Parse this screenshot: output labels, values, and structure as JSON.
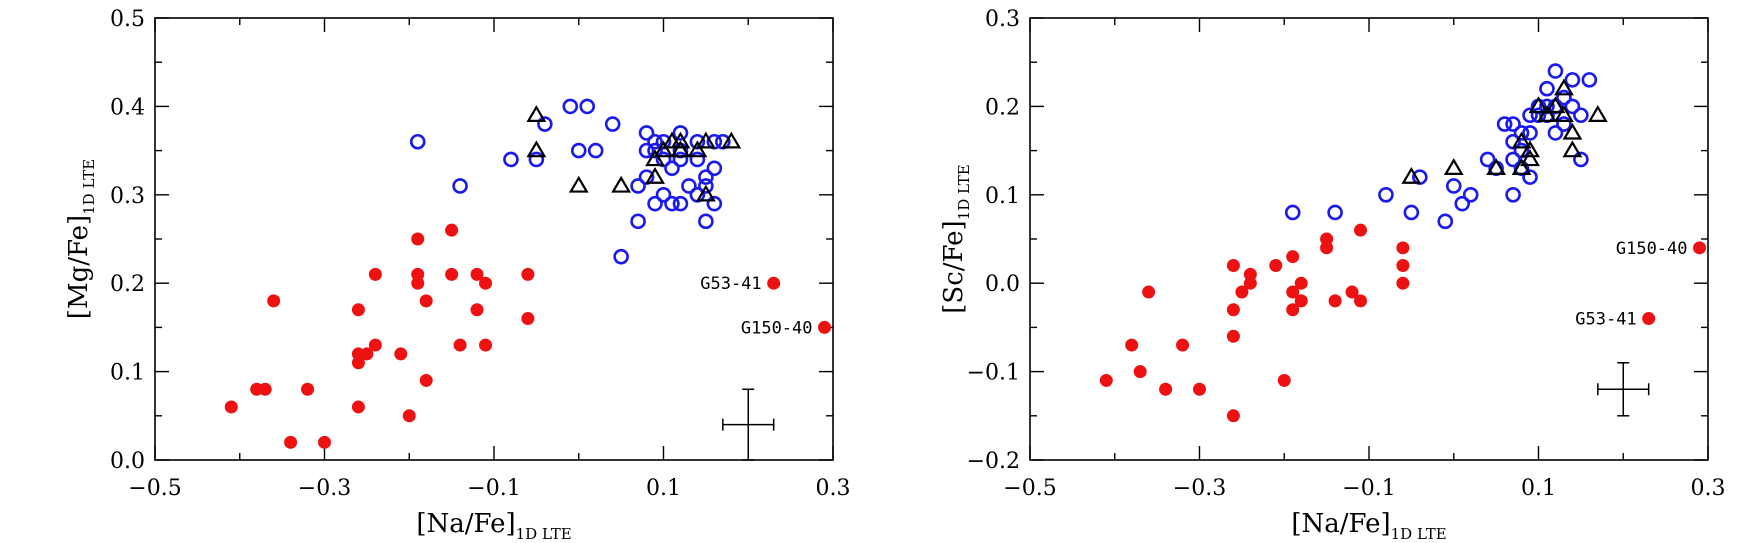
{
  "colors": {
    "red": "#ee1111",
    "blue": "#1a1aee",
    "black": "#000000"
  },
  "chart_data": [
    {
      "type": "scatter",
      "xlabel": "[Na/Fe]",
      "xlabel_sub": "1D LTE",
      "ylabel": "[Mg/Fe]",
      "ylabel_sub": "1D LTE",
      "xlim": [
        -0.5,
        0.3
      ],
      "ylim": [
        0.0,
        0.5
      ],
      "xticks": [
        "-0.5",
        "-0.3",
        "-0.1",
        "0.1",
        "0.3"
      ],
      "yticks": [
        "0.0",
        "0.1",
        "0.2",
        "0.3",
        "0.4",
        "0.5"
      ],
      "error_bar": {
        "x": 0.2,
        "y": 0.04,
        "dx": 0.03,
        "dy": 0.04
      },
      "series": [
        {
          "marker": "filled-circle",
          "color": "red",
          "points": [
            [
              -0.41,
              0.06
            ],
            [
              -0.38,
              0.08
            ],
            [
              -0.37,
              0.08
            ],
            [
              -0.36,
              0.18
            ],
            [
              -0.34,
              0.02
            ],
            [
              -0.32,
              0.08
            ],
            [
              -0.3,
              0.02
            ],
            [
              -0.26,
              0.17
            ],
            [
              -0.26,
              0.12
            ],
            [
              -0.26,
              0.11
            ],
            [
              -0.26,
              0.06
            ],
            [
              -0.25,
              0.12
            ],
            [
              -0.24,
              0.13
            ],
            [
              -0.24,
              0.21
            ],
            [
              -0.21,
              0.12
            ],
            [
              -0.2,
              0.05
            ],
            [
              -0.19,
              0.25
            ],
            [
              -0.19,
              0.21
            ],
            [
              -0.19,
              0.2
            ],
            [
              -0.18,
              0.18
            ],
            [
              -0.18,
              0.09
            ],
            [
              -0.15,
              0.26
            ],
            [
              -0.15,
              0.21
            ],
            [
              -0.14,
              0.13
            ],
            [
              -0.12,
              0.21
            ],
            [
              -0.12,
              0.17
            ],
            [
              -0.11,
              0.2
            ],
            [
              -0.11,
              0.13
            ],
            [
              -0.06,
              0.21
            ],
            [
              -0.06,
              0.16
            ],
            [
              0.23,
              0.2
            ],
            [
              0.29,
              0.15
            ]
          ]
        },
        {
          "marker": "open-circle",
          "color": "blue",
          "points": [
            [
              -0.19,
              0.36
            ],
            [
              -0.14,
              0.31
            ],
            [
              -0.08,
              0.34
            ],
            [
              -0.05,
              0.34
            ],
            [
              -0.04,
              0.38
            ],
            [
              -0.01,
              0.4
            ],
            [
              0.0,
              0.35
            ],
            [
              0.01,
              0.4
            ],
            [
              0.02,
              0.35
            ],
            [
              0.04,
              0.38
            ],
            [
              0.05,
              0.23
            ],
            [
              0.07,
              0.27
            ],
            [
              0.07,
              0.31
            ],
            [
              0.08,
              0.37
            ],
            [
              0.08,
              0.35
            ],
            [
              0.08,
              0.32
            ],
            [
              0.09,
              0.36
            ],
            [
              0.09,
              0.35
            ],
            [
              0.09,
              0.29
            ],
            [
              0.1,
              0.36
            ],
            [
              0.1,
              0.34
            ],
            [
              0.1,
              0.3
            ],
            [
              0.11,
              0.33
            ],
            [
              0.11,
              0.29
            ],
            [
              0.12,
              0.37
            ],
            [
              0.12,
              0.35
            ],
            [
              0.12,
              0.34
            ],
            [
              0.12,
              0.29
            ],
            [
              0.13,
              0.31
            ],
            [
              0.14,
              0.36
            ],
            [
              0.14,
              0.34
            ],
            [
              0.14,
              0.3
            ],
            [
              0.15,
              0.32
            ],
            [
              0.15,
              0.31
            ],
            [
              0.15,
              0.27
            ],
            [
              0.16,
              0.36
            ],
            [
              0.16,
              0.33
            ],
            [
              0.16,
              0.29
            ],
            [
              0.17,
              0.36
            ]
          ]
        },
        {
          "marker": "open-triangle",
          "color": "black",
          "points": [
            [
              -0.05,
              0.39
            ],
            [
              -0.05,
              0.35
            ],
            [
              0.0,
              0.31
            ],
            [
              0.05,
              0.31
            ],
            [
              0.09,
              0.34
            ],
            [
              0.09,
              0.32
            ],
            [
              0.1,
              0.35
            ],
            [
              0.11,
              0.36
            ],
            [
              0.12,
              0.36
            ],
            [
              0.12,
              0.35
            ],
            [
              0.14,
              0.35
            ],
            [
              0.15,
              0.3
            ],
            [
              0.15,
              0.36
            ],
            [
              0.18,
              0.36
            ]
          ]
        }
      ],
      "annotations": [
        {
          "text": "G53-41",
          "x": 0.23,
          "y": 0.2
        },
        {
          "text": "G150-40",
          "x": 0.29,
          "y": 0.15
        }
      ]
    },
    {
      "type": "scatter",
      "xlabel": "[Na/Fe]",
      "xlabel_sub": "1D LTE",
      "ylabel": "[Sc/Fe]",
      "ylabel_sub": "1D LTE",
      "xlim": [
        -0.5,
        0.3
      ],
      "ylim": [
        -0.2,
        0.3
      ],
      "xticks": [
        "-0.5",
        "-0.3",
        "-0.1",
        "0.1",
        "0.3"
      ],
      "yticks": [
        "-0.2",
        "-0.1",
        "0.0",
        "0.1",
        "0.2",
        "0.3"
      ],
      "error_bar": {
        "x": 0.2,
        "y": -0.12,
        "dx": 0.03,
        "dy": 0.03
      },
      "series": [
        {
          "marker": "filled-circle",
          "color": "red",
          "points": [
            [
              -0.41,
              -0.11
            ],
            [
              -0.38,
              -0.07
            ],
            [
              -0.37,
              -0.1
            ],
            [
              -0.36,
              -0.01
            ],
            [
              -0.34,
              -0.12
            ],
            [
              -0.32,
              -0.07
            ],
            [
              -0.3,
              -0.12
            ],
            [
              -0.26,
              0.02
            ],
            [
              -0.26,
              -0.03
            ],
            [
              -0.26,
              -0.06
            ],
            [
              -0.26,
              -0.15
            ],
            [
              -0.25,
              -0.01
            ],
            [
              -0.24,
              0.0
            ],
            [
              -0.24,
              0.01
            ],
            [
              -0.21,
              0.02
            ],
            [
              -0.2,
              -0.11
            ],
            [
              -0.19,
              0.03
            ],
            [
              -0.19,
              -0.01
            ],
            [
              -0.19,
              -0.03
            ],
            [
              -0.18,
              0.0
            ],
            [
              -0.18,
              -0.02
            ],
            [
              -0.15,
              0.05
            ],
            [
              -0.15,
              0.04
            ],
            [
              -0.14,
              -0.02
            ],
            [
              -0.12,
              -0.01
            ],
            [
              -0.11,
              -0.02
            ],
            [
              -0.11,
              0.06
            ],
            [
              -0.06,
              0.04
            ],
            [
              -0.06,
              0.02
            ],
            [
              -0.06,
              0.0
            ],
            [
              0.23,
              -0.04
            ],
            [
              0.29,
              0.04
            ]
          ]
        },
        {
          "marker": "open-circle",
          "color": "blue",
          "points": [
            [
              -0.19,
              0.08
            ],
            [
              -0.14,
              0.08
            ],
            [
              -0.08,
              0.1
            ],
            [
              -0.05,
              0.08
            ],
            [
              -0.04,
              0.12
            ],
            [
              -0.01,
              0.07
            ],
            [
              0.0,
              0.11
            ],
            [
              0.01,
              0.09
            ],
            [
              0.02,
              0.1
            ],
            [
              0.04,
              0.14
            ],
            [
              0.05,
              0.13
            ],
            [
              0.06,
              0.18
            ],
            [
              0.07,
              0.1
            ],
            [
              0.07,
              0.18
            ],
            [
              0.07,
              0.16
            ],
            [
              0.07,
              0.14
            ],
            [
              0.08,
              0.15
            ],
            [
              0.08,
              0.17
            ],
            [
              0.08,
              0.13
            ],
            [
              0.09,
              0.19
            ],
            [
              0.09,
              0.17
            ],
            [
              0.09,
              0.12
            ],
            [
              0.1,
              0.2
            ],
            [
              0.1,
              0.19
            ],
            [
              0.11,
              0.22
            ],
            [
              0.11,
              0.2
            ],
            [
              0.11,
              0.19
            ],
            [
              0.12,
              0.24
            ],
            [
              0.12,
              0.2
            ],
            [
              0.12,
              0.17
            ],
            [
              0.13,
              0.21
            ],
            [
              0.13,
              0.18
            ],
            [
              0.14,
              0.23
            ],
            [
              0.14,
              0.2
            ],
            [
              0.15,
              0.14
            ],
            [
              0.15,
              0.19
            ],
            [
              0.16,
              0.23
            ]
          ]
        },
        {
          "marker": "open-triangle",
          "color": "black",
          "points": [
            [
              -0.05,
              0.12
            ],
            [
              0.0,
              0.13
            ],
            [
              0.05,
              0.13
            ],
            [
              0.08,
              0.16
            ],
            [
              0.08,
              0.13
            ],
            [
              0.09,
              0.15
            ],
            [
              0.09,
              0.14
            ],
            [
              0.1,
              0.2
            ],
            [
              0.11,
              0.19
            ],
            [
              0.12,
              0.2
            ],
            [
              0.13,
              0.19
            ],
            [
              0.13,
              0.22
            ],
            [
              0.14,
              0.15
            ],
            [
              0.14,
              0.17
            ],
            [
              0.17,
              0.19
            ]
          ]
        }
      ],
      "annotations": [
        {
          "text": "G150-40",
          "x": 0.29,
          "y": 0.04
        },
        {
          "text": "G53-41",
          "x": 0.23,
          "y": -0.04
        }
      ]
    }
  ]
}
